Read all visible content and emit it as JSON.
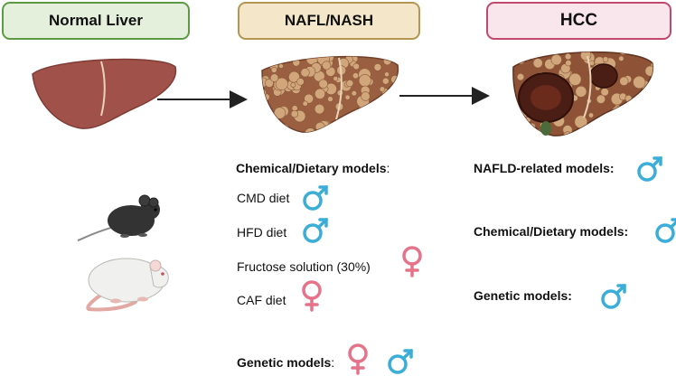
{
  "stages": {
    "normal_liver": "Normal Liver",
    "nafl_nash": "NAFL/NASH",
    "hcc": "HCC"
  },
  "nafl_section": {
    "chemical_heading": "Chemical/Dietary models",
    "heading_colon": ":",
    "models": [
      {
        "label": "CMD diet",
        "sex": [
          "male"
        ]
      },
      {
        "label": "HFD diet",
        "sex": [
          "male"
        ]
      },
      {
        "label": "Fructose solution (30%)",
        "sex": [
          "female"
        ]
      },
      {
        "label": "CAF diet",
        "sex": [
          "female"
        ]
      }
    ],
    "genetic_heading": "Genetic models",
    "genetic_sex": [
      "female",
      "male"
    ]
  },
  "hcc_section": {
    "models": [
      {
        "label": "NAFLD-related models:",
        "sex": [
          "male"
        ]
      },
      {
        "label": "Chemical/Dietary models:",
        "sex": [
          "male"
        ]
      },
      {
        "label": "Genetic  models:",
        "sex": [
          "male"
        ]
      }
    ]
  },
  "colors": {
    "male": "#3aaed8",
    "female": "#e5738a",
    "normal_liver": "#a0524a",
    "fatty_liver": "#9a5f40",
    "fat_droplet": "#d1a67a",
    "tumor": "#4a1e14",
    "mouse": "#333333",
    "rat": "#f0f0ee",
    "arrow": "#222222"
  },
  "icons": [
    "male-symbol-icon",
    "female-symbol-icon",
    "liver-icon",
    "mouse-icon",
    "rat-icon",
    "arrow-icon"
  ]
}
